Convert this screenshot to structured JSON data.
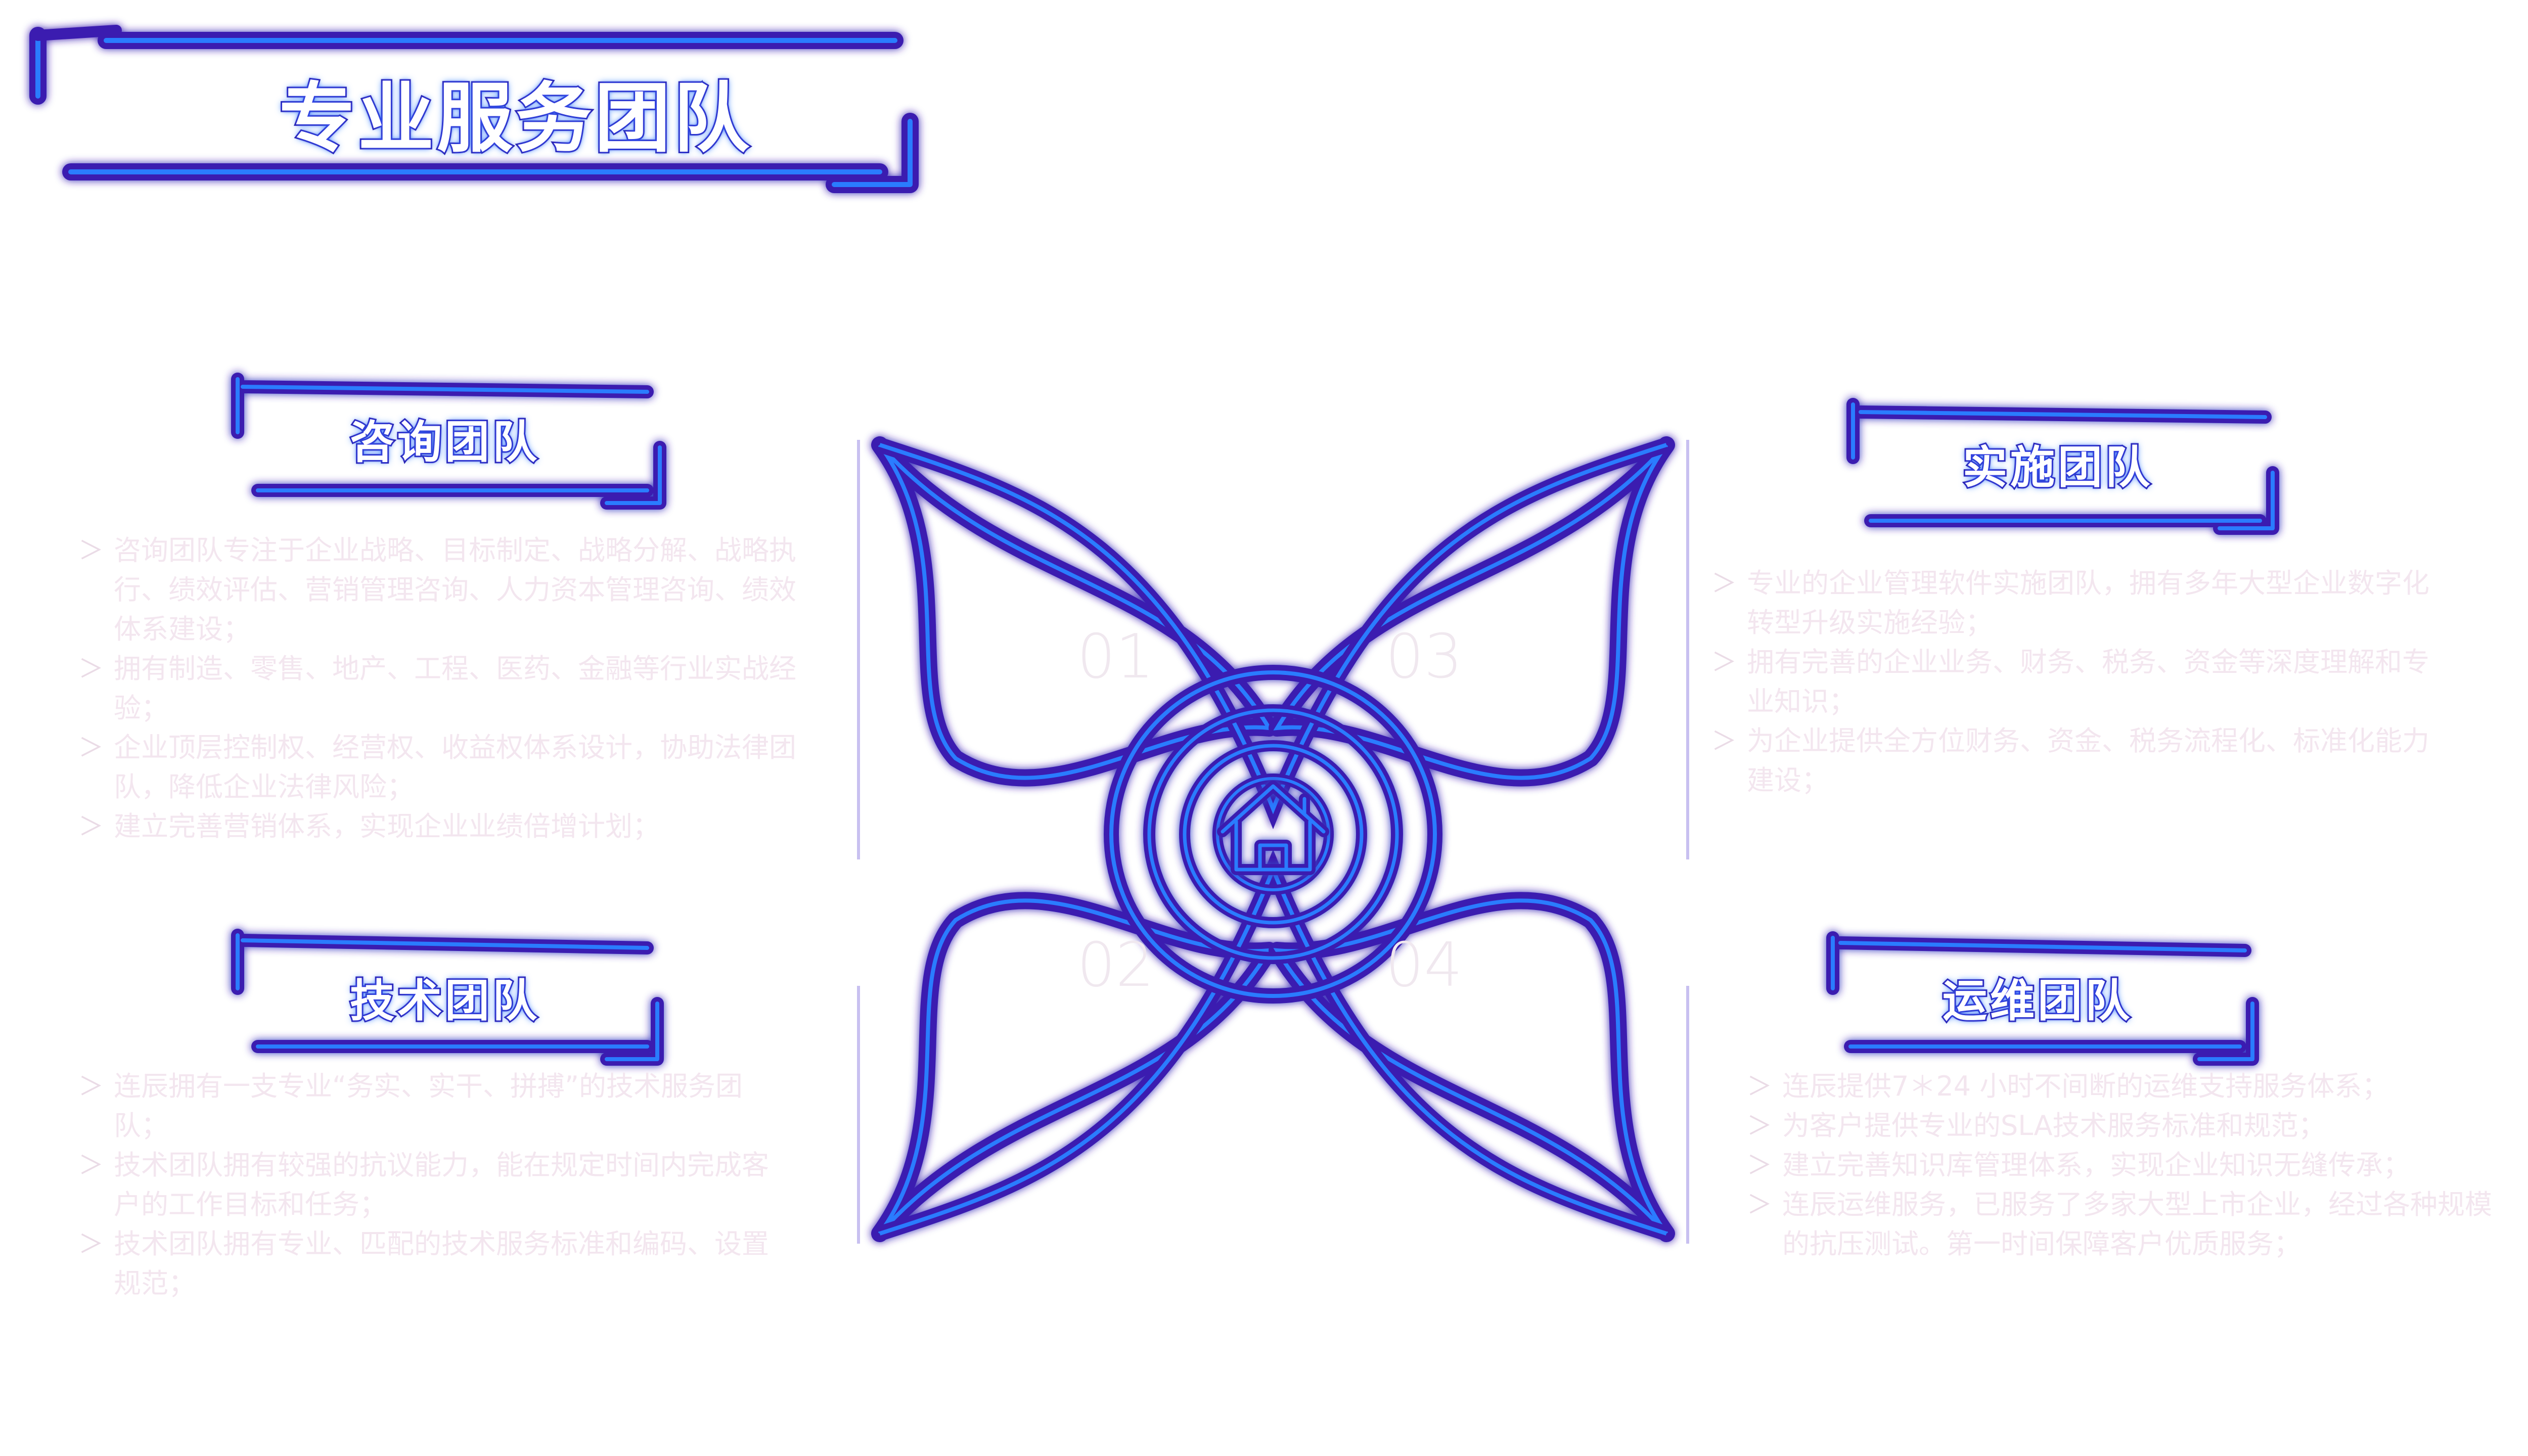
{
  "title": "专业服务团队",
  "numbers": [
    "01",
    "03",
    "02",
    "04"
  ],
  "teams": [
    {
      "title": "咨询团队",
      "items": [
        "咨询团队专注于企业战略、目标制定、战略分解、战略执行、绩效评估、营销管理咨询、人力资本管理咨询、绩效体系建设；",
        "拥有制造、零售、地产、工程、医药、金融等行业实战经验；",
        "企业顶层控制权、经营权、收益权体系设计，协助法律团队，降低企业法律风险；",
        "建立完善营销体系，实现企业业绩倍增计划；"
      ]
    },
    {
      "title": "实施团队",
      "items": [
        "专业的企业管理软件实施团队，拥有多年大型企业数字化转型升级实施经验；",
        "拥有完善的企业业务、财务、税务、资金等深度理解和专业知识；",
        "为企业提供全方位财务、资金、税务流程化、标准化能力建设；"
      ]
    },
    {
      "title": "技术团队",
      "items": [
        "连辰拥有一支专业“务实、实干、拼搏”的技术服务团队；",
        "技术团队拥有较强的抗议能力，能在规定时间内完成客户的工作目标和任务；",
        "技术团队拥有专业、匹配的技术服务标准和编码、设置规范；"
      ]
    },
    {
      "title": "运维团队",
      "items": [
        "连辰提供7＊24 小时不间断的运维支持服务体系；",
        "为客户提供专业的SLA技术服务标准和规范；",
        "建立完善知识库管理体系，实现企业知识无缝传承；",
        "连辰运维服务，已服务了多家大型上市企业，经过各种规模的抗压测试。第一时间保障客户优质服务；"
      ]
    }
  ],
  "bullet_glyph": "＞",
  "icons": {
    "center": "house-icon"
  },
  "colors": {
    "neon_outer": "#3b1fb0",
    "neon_inner": "#2a7bff",
    "text_faint": "#f3e6ef"
  }
}
